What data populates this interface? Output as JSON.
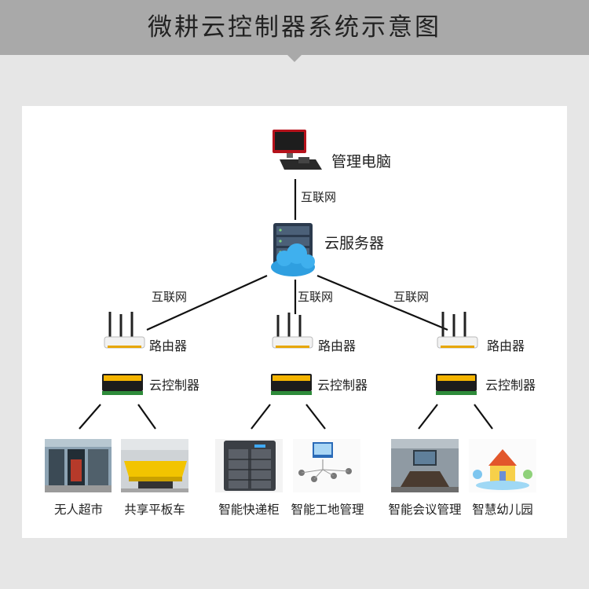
{
  "title": "微耕云控制器系统示意图",
  "nodes": {
    "pc": "管理电脑",
    "server": "云服务器",
    "router": "路由器",
    "controller": "云控制器"
  },
  "edges": {
    "internet": "互联网"
  },
  "apps": [
    "无人超市",
    "共享平板车",
    "智能快递柜",
    "智能工地管理",
    "智能会议管理",
    "智慧幼儿园"
  ],
  "colors": {
    "banner": "#a9a9a9",
    "controller": "#f4b400",
    "router": "#f2f2f2",
    "server": "#2f6fa8"
  }
}
